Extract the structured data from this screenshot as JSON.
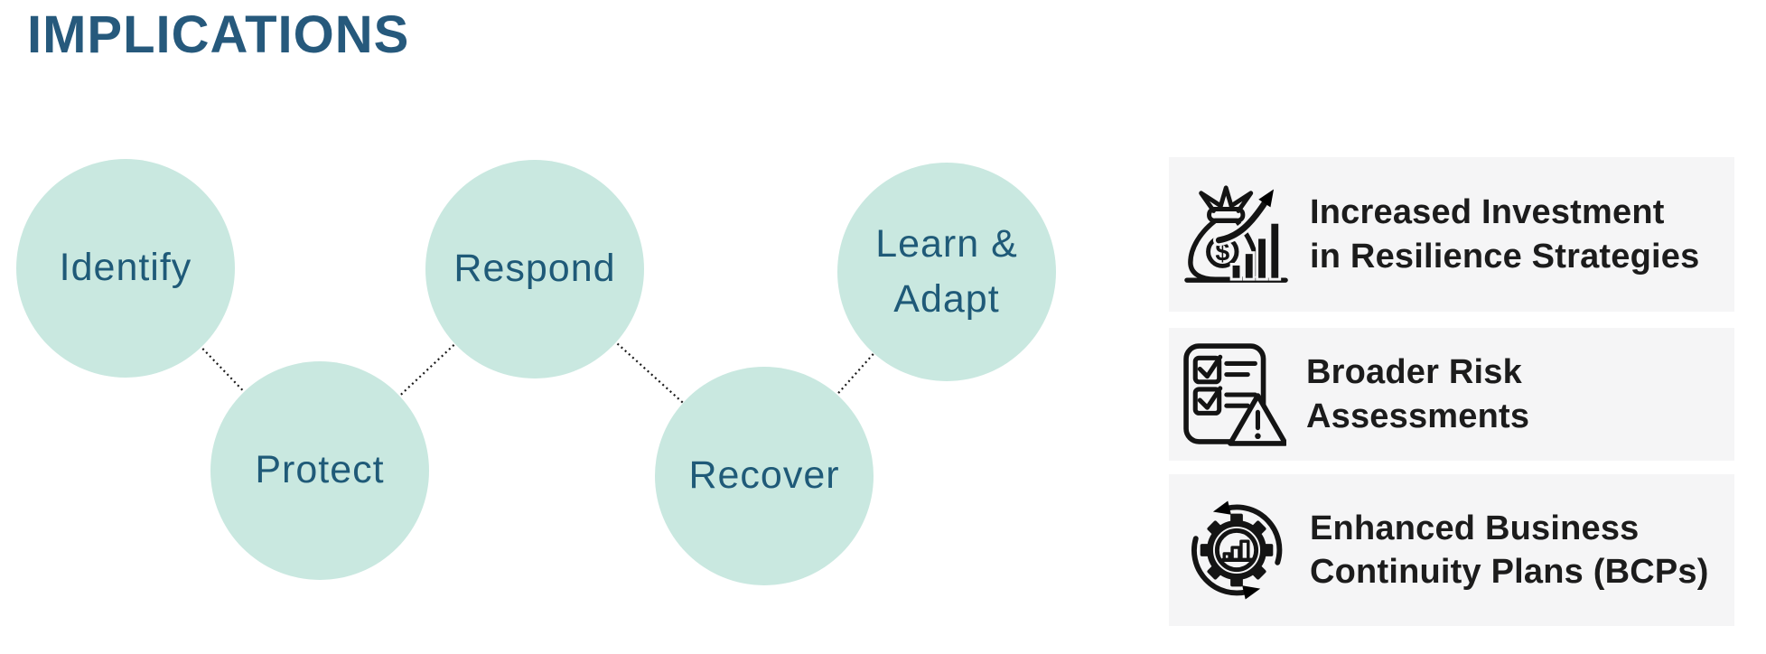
{
  "title": "IMPLICATIONS",
  "colors": {
    "title_color": "#26597c",
    "circle_fill": "#c9e8e0",
    "circle_text": "#1f5a78",
    "connector_color": "#1a1a1a",
    "card_bg": "#f5f5f6",
    "card_text": "#1c1c1c",
    "icon_ink": "#141414"
  },
  "diagram": {
    "nodes": [
      {
        "id": "identify",
        "line1": "Identify",
        "line2": ""
      },
      {
        "id": "protect",
        "line1": "Protect",
        "line2": ""
      },
      {
        "id": "respond",
        "line1": "Respond",
        "line2": ""
      },
      {
        "id": "recover",
        "line1": "Recover",
        "line2": ""
      },
      {
        "id": "learn-adapt",
        "line1": "Learn &",
        "line2": "Adapt"
      }
    ]
  },
  "implications": [
    {
      "icon": "money-bag-growth-icon",
      "icon_glyph": "$",
      "line1": "Increased Investment",
      "line2": "in Resilience Strategies"
    },
    {
      "icon": "risk-checklist-warning-icon",
      "line1": "Broader Risk",
      "line2": "Assessments"
    },
    {
      "icon": "continuity-cycle-gear-icon",
      "line1": "Enhanced Business",
      "line2": "Continuity Plans (BCPs)"
    }
  ]
}
